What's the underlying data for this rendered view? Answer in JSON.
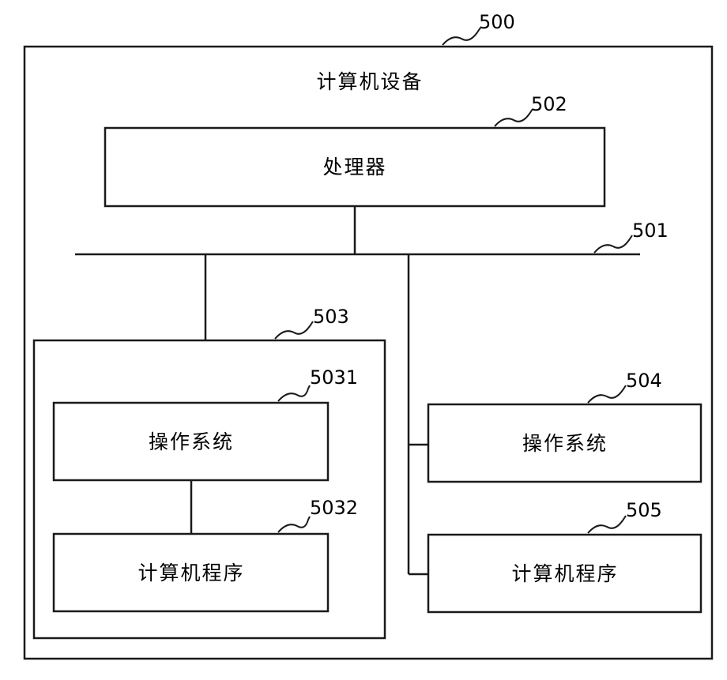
{
  "device": {
    "title": "计算机设备",
    "ref": "500"
  },
  "processor": {
    "label": "处理器",
    "ref": "502"
  },
  "bus": {
    "ref": "501"
  },
  "storage_a": {
    "ref": "503",
    "os": {
      "label": "操作系统",
      "ref": "5031"
    },
    "program": {
      "label": "计算机程序",
      "ref": "5032"
    }
  },
  "os_b": {
    "label": "操作系统",
    "ref": "504"
  },
  "program_b": {
    "label": "计算机程序",
    "ref": "505"
  }
}
